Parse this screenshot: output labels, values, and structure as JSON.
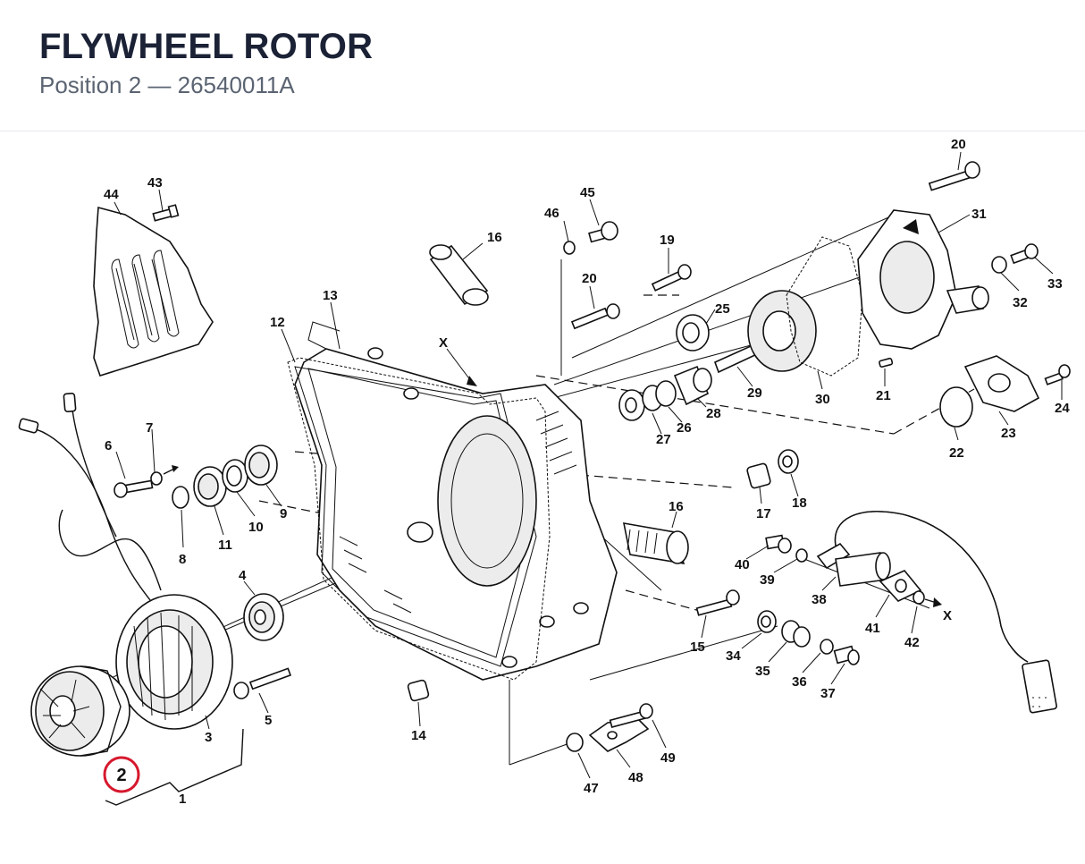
{
  "header": {
    "title": "FLYWHEEL ROTOR",
    "subtitle": "Position 2 — 26540011A"
  },
  "diagram": {
    "highlighted_position": "2",
    "highlight_color": "#d6192e",
    "callouts": [
      "1",
      "2",
      "3",
      "4",
      "5",
      "6",
      "7",
      "8",
      "9",
      "10",
      "11",
      "12",
      "13",
      "14",
      "15",
      "16",
      "16",
      "17",
      "18",
      "19",
      "20",
      "20",
      "21",
      "22",
      "23",
      "24",
      "25",
      "26",
      "27",
      "28",
      "29",
      "30",
      "31",
      "32",
      "33",
      "34",
      "35",
      "36",
      "37",
      "38",
      "39",
      "40",
      "41",
      "42",
      "43",
      "44",
      "45",
      "46",
      "47",
      "48",
      "49"
    ],
    "markers": [
      "X",
      "X"
    ]
  }
}
